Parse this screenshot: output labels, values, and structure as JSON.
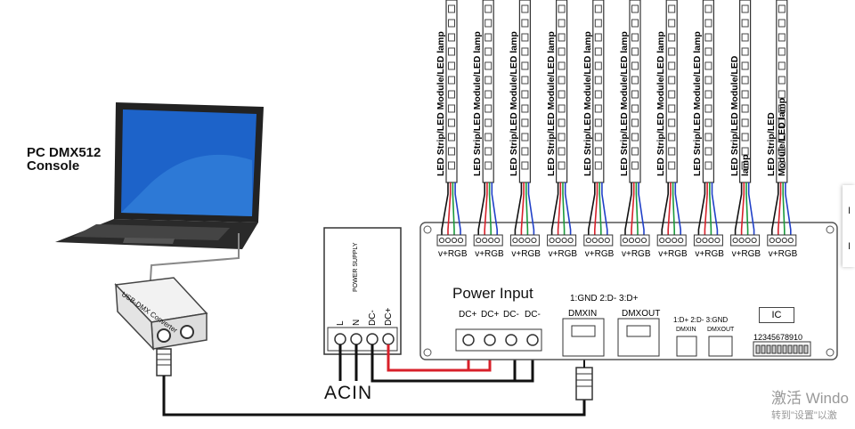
{
  "labels": {
    "pc_console": "PC DMX512 Console",
    "power_input": "Power Input",
    "acin": "ACIN",
    "power_supply": "POWER SUPPLY",
    "converter": "USB-DMX Converter",
    "ic": "IC",
    "dip_numbers": "12345678910",
    "dmx_in_pins": "1:GND  2:D-  3:D+",
    "dmx_in": "DMXIN",
    "dmx_out": "DMXOUT",
    "dmx_small_pins": "1:D+  2:D-  3:GND",
    "dmx_small_in": "DMXIN",
    "dmx_small_out": "DMXOUT"
  },
  "psu_terminals": [
    "L",
    "N",
    "DC-",
    "DC+"
  ],
  "dc_terminals": [
    "DC+",
    "DC+",
    "DC-",
    "DC-"
  ],
  "strips": [
    {
      "label": "LED Strip/LED Module/LED lamp",
      "pin_label": "v+RGB"
    },
    {
      "label": "LED Strip/LED Module/LED lamp",
      "pin_label": "v+RGB"
    },
    {
      "label": "LED Strip/LED Module/LED lamp",
      "pin_label": "v+RGB"
    },
    {
      "label": "LED Strip/LED Module/LED lamp",
      "pin_label": "v+RGB"
    },
    {
      "label": "LED Strip/LED Module/LED lamp",
      "pin_label": "v+RGB"
    },
    {
      "label": "LED Strip/LED Module/LED lamp",
      "pin_label": "v+RGB"
    },
    {
      "label": "LED Strip/LED Module/LED lamp",
      "pin_label": "v+RGB"
    },
    {
      "label": "LED Strip/LED Module/LED lamp",
      "pin_label": "v+RGB"
    },
    {
      "label": "LED Strip/LED Module/LED lamp",
      "pin_label": "v+RGB"
    },
    {
      "label": "LED Strip/LED Module/LED lamp",
      "pin_label": "v+RGB"
    }
  ],
  "watermark": {
    "line1": "激活 Windo",
    "line2": "转到\"设置\"以激"
  },
  "colors": {
    "wire_black": "#111111",
    "wire_red": "#d8202a",
    "wire_green": "#1a9a3c",
    "wire_blue": "#2040c8",
    "screen_blue": "#1d63c9"
  }
}
